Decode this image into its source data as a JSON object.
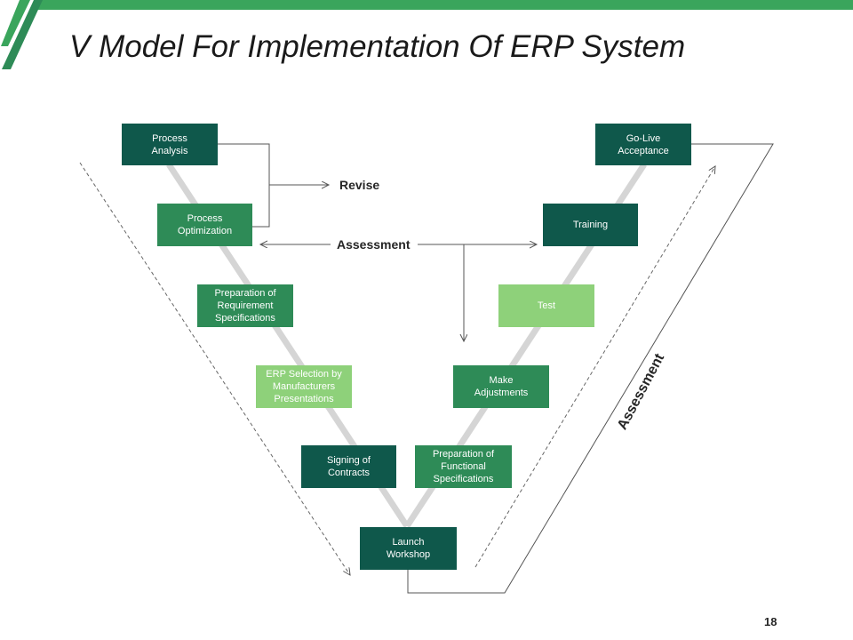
{
  "title": "V Model For Implementation Of ERP System",
  "page_number": "18",
  "colors": {
    "dark": "#0f584b",
    "mid": "#2e8b57",
    "light": "#8ed17a",
    "bar": "#3aa55c"
  },
  "steps": {
    "process_analysis": "Process\nAnalysis",
    "process_optimization": "Process\nOptimization",
    "requirement_specifications": "Preparation of\nRequirement\nSpecifications",
    "erp_selection": "ERP Selection by\nManufacturers\nPresentations",
    "signing_contracts": "Signing of\nContracts",
    "launch_workshop": "Launch\nWorkshop",
    "functional_specifications": "Preparation of\nFunctional\nSpecifications",
    "make_adjustments": "Make\nAdjustments",
    "test": "Test",
    "training": "Training",
    "golive_acceptance": "Go-Live\nAcceptance"
  },
  "labels": {
    "revise": "Revise",
    "assessment": "Assessment",
    "assessment_diagonal": "Assessment"
  }
}
